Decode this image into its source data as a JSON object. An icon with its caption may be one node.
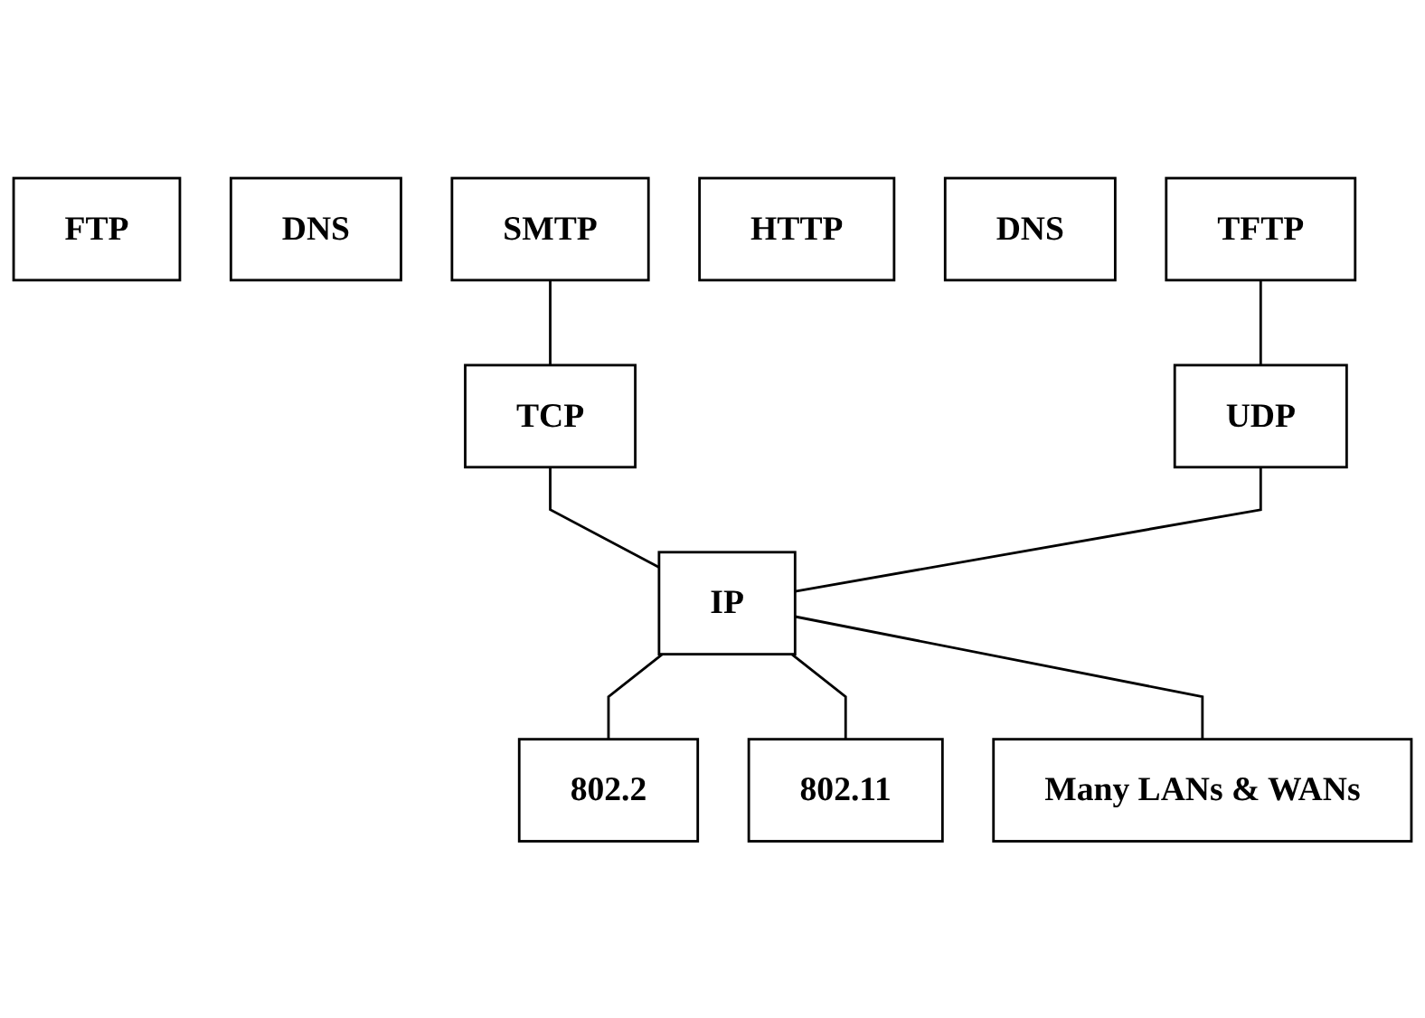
{
  "diagram": {
    "nodes": [
      {
        "text": [
          "FTP"
        ]
      },
      {
        "text": [
          "DNS"
        ]
      },
      {
        "text": [
          "SMTP"
        ]
      },
      {
        "text": [
          "HTTP"
        ]
      },
      {
        "text": [
          "DNS"
        ]
      },
      {
        "text": [
          "TFTP"
        ]
      },
      {
        "text": [
          "TCP"
        ]
      },
      {
        "text": [
          "UDP"
        ]
      },
      {
        "text": [
          "IP"
        ]
      },
      {
        "text": [
          "802.2"
        ]
      },
      {
        "text": [
          "802.11"
        ]
      },
      {
        "text": [
          "Many LANs & WANs"
        ]
      }
    ],
    "edges": [
      {
        "from": 2,
        "to": 6,
        "arrow": "none"
      },
      {
        "from": 5,
        "to": 7,
        "arrow": "none"
      },
      {
        "from": 6,
        "to": 8,
        "arrow": "none"
      },
      {
        "from": 7,
        "to": 8,
        "arrow": "none"
      },
      {
        "from": 8,
        "to": 9,
        "arrow": "none"
      },
      {
        "from": 8,
        "to": 10,
        "arrow": "none"
      },
      {
        "from": 8,
        "to": 11,
        "arrow": "none"
      }
    ]
  }
}
